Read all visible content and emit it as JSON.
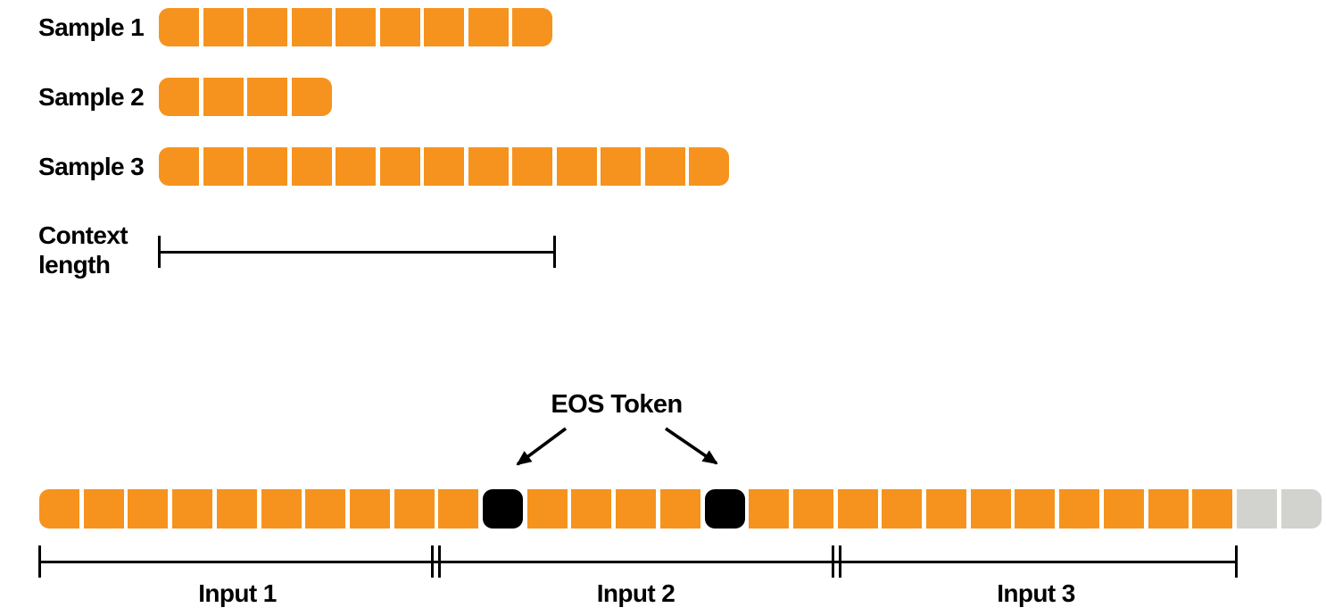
{
  "figure": {
    "description_labels": {
      "eos_label": "EOS Token",
      "context_label_line1": "Context",
      "context_label_line2": "length"
    },
    "samples": [
      {
        "label": "Sample 1",
        "token_count": 9
      },
      {
        "label": "Sample 2",
        "token_count": 4
      },
      {
        "label": "Sample 3",
        "token_count": 13
      }
    ],
    "context_length_tokens": 9,
    "packed_sequence": {
      "total_tokens": 29,
      "segments": [
        {
          "kind": "sample-tokens",
          "color": "orange",
          "count": 10
        },
        {
          "kind": "eos-token",
          "color": "black",
          "count": 1
        },
        {
          "kind": "sample-tokens",
          "color": "orange",
          "count": 4
        },
        {
          "kind": "eos-token",
          "color": "black",
          "count": 1
        },
        {
          "kind": "sample-tokens",
          "color": "orange",
          "count": 11
        },
        {
          "kind": "leftover-tokens",
          "color": "gray",
          "count": 2
        }
      ]
    },
    "inputs": [
      {
        "label": "Input 1",
        "span_tokens": 9
      },
      {
        "label": "Input 2",
        "span_tokens": 9
      },
      {
        "label": "Input 3",
        "span_tokens": 9
      }
    ],
    "colors": {
      "token_orange": "#F6931E",
      "token_black": "#000000",
      "token_gray": "#D2D2CF",
      "line_black": "#000000",
      "background": "#FFFFFF"
    }
  }
}
